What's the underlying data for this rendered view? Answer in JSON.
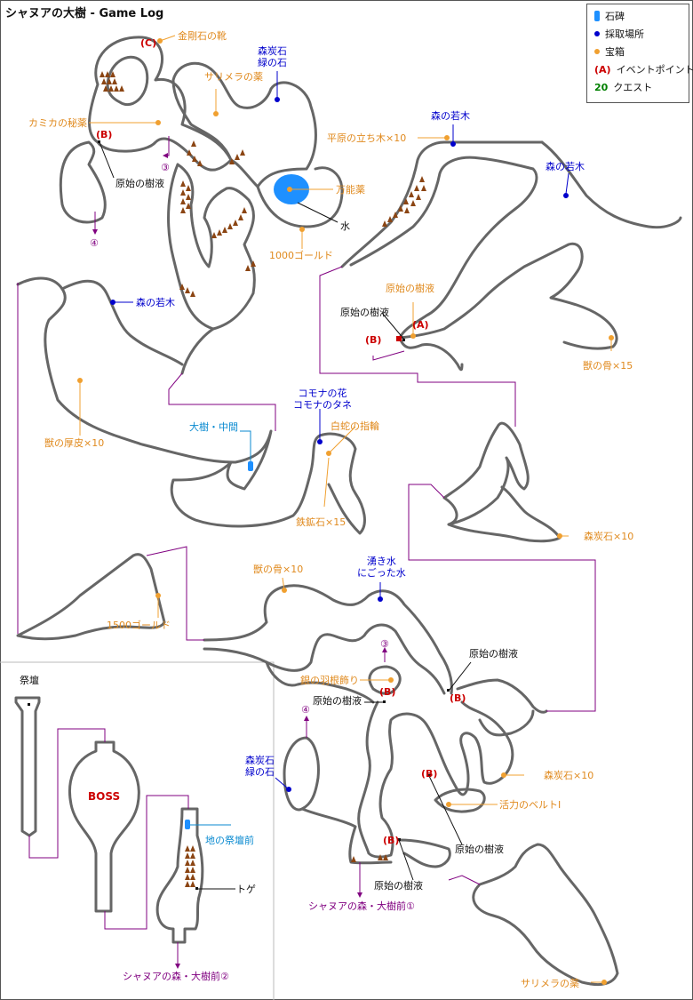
{
  "title": "シャヌアの大樹 - Game Log",
  "legend": {
    "stele": "石碑",
    "gather": "採取場所",
    "treasure": "宝箱",
    "event_marker": "(A)",
    "event": "イベントポイント",
    "quest_marker": "20",
    "quest": "クエスト"
  },
  "colors": {
    "wall": "#666666",
    "route": "#800080",
    "gather": "#0000cc",
    "treasure": "#f0a030",
    "event": "#cc0000",
    "water": "#1e90ff",
    "spike": "#8b4513"
  },
  "labels": {
    "kongou": "金剛石の靴",
    "c_top": "(C)",
    "sarimera1": "サリメラの薬",
    "morisumi1_a": "森炭石",
    "morisumi1_b": "緑の石",
    "kamika": "カミカの秘薬",
    "b_top": "(B)",
    "genshi1": "原始の樹液",
    "m3_top": "③",
    "m4_top": "④",
    "bannou": "万能薬",
    "mizu": "水",
    "gold1000": "1000ゴールド",
    "heigen": "平原の立ち木×10",
    "wakagi1": "森の若木",
    "wakagi2": "森の若木",
    "wakagi3": "森の若木",
    "genshi_treasure": "原始の樹液",
    "genshi2": "原始の樹液",
    "a_mark": "(A)",
    "b_mark2": "(B)",
    "kemono_hone1": "獣の骨×15",
    "kemono_kawa": "獣の厚皮×10",
    "taiju_chukan": "大樹・中間",
    "komona1": "コモナの花",
    "komona2": "コモナのタネ",
    "hakuja": "白蛇の指輪",
    "tekkou": "鉄鉱石×15",
    "morisumi10a": "森炭石×10",
    "gold1500": "1500ゴールド",
    "kemono_hone2": "獣の骨×10",
    "waki1": "湧き水",
    "waki2": "にごった水",
    "m3_mid": "③",
    "gin": "銀の羽根飾り",
    "b_c1": "(B)",
    "genshi3": "原始の樹液",
    "genshi4": "原始の樹液",
    "b_c2": "(B)",
    "m4_mid": "④",
    "morisumi2_a": "森炭石",
    "morisumi2_b": "緑の石",
    "b_c3": "(B)",
    "morisumi10b": "森炭石×10",
    "katsuryoku": "活力のベルトI",
    "genshi5": "原始の樹液",
    "b_c4": "(B)",
    "genshi6": "原始の樹液",
    "exit1": "シャヌアの森・大樹前①",
    "sarimera2": "サリメラの薬",
    "saidan": "祭壇",
    "boss": "BOSS",
    "chi_saidan": "地の祭壇前",
    "toge": "トゲ",
    "exit2": "シャヌアの森・大樹前②"
  }
}
